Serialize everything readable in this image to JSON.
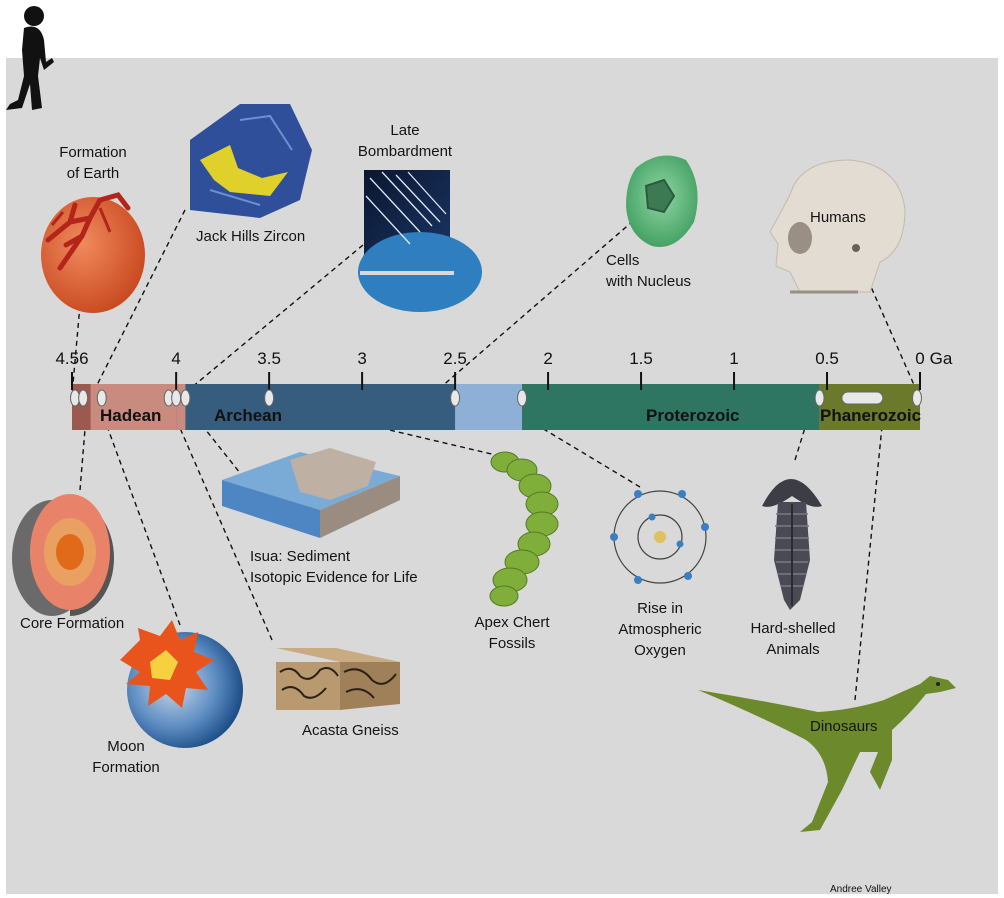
{
  "axis": {
    "unit": "Ga",
    "ticks": [
      {
        "label": "4.56",
        "value": 4.56
      },
      {
        "label": "4",
        "value": 4
      },
      {
        "label": "3.5",
        "value": 3.5
      },
      {
        "label": "3",
        "value": 3
      },
      {
        "label": "2.5",
        "value": 2.5
      },
      {
        "label": "2",
        "value": 2
      },
      {
        "label": "1.5",
        "value": 1.5
      },
      {
        "label": "1",
        "value": 1
      },
      {
        "label": "0.5",
        "value": 0.5
      },
      {
        "label": "0",
        "value": 0
      }
    ]
  },
  "eons": [
    {
      "name": "Hadean",
      "start": 4.56,
      "end": 4.0,
      "color": "#9b5a4f"
    },
    {
      "name": "Archean",
      "start": 4.0,
      "end": 2.5,
      "color": "#365d7e"
    },
    {
      "name": "Proterozoic",
      "start": 2.5,
      "end": 0.54,
      "color": "#2e7562"
    },
    {
      "name": "Phanerozoic",
      "start": 0.54,
      "end": 0.0,
      "color": "#6b7a2a"
    }
  ],
  "colors": {
    "background": "#d9d9d9",
    "earth": "#e0663e",
    "zircon": "#2f4f9a",
    "cell": "#52b574",
    "trilobite": "#3d3d46",
    "dinosaur": "#6c8a2c",
    "fossil": "#7fae3a"
  },
  "events": {
    "formation_of_earth": {
      "line1": "Formation",
      "line2": "of Earth",
      "icon": "earth-icon"
    },
    "jack_hills_zircon": {
      "label": "Jack Hills Zircon",
      "icon": "zircon-crystal-icon"
    },
    "late_bombardment": {
      "line1": "Late",
      "line2": "Bombardment",
      "icon": "meteor-shower-icon"
    },
    "cells_with_nucleus": {
      "line1": "Cells",
      "line2": "with Nucleus",
      "icon": "eukaryotic-cell-icon"
    },
    "humans": {
      "label": "Humans",
      "icon": "human-skull-icon"
    },
    "core_formation": {
      "label": "Core Formation",
      "icon": "earth-core-icon"
    },
    "moon_formation": {
      "line1": "Moon",
      "line2": "Formation",
      "icon": "giant-impact-icon"
    },
    "isua": {
      "line1": "Isua: Sediment",
      "line2": "Isotopic Evidence for Life",
      "icon": "sediment-block-icon"
    },
    "acasta_gneiss": {
      "label": "Acasta Gneiss",
      "icon": "gneiss-block-icon"
    },
    "apex_chert": {
      "line1": "Apex Chert",
      "line2": "Fossils",
      "icon": "microfossil-icon"
    },
    "atmospheric_oxygen": {
      "line1": "Rise in",
      "line2": "Atmospheric",
      "line3": "Oxygen",
      "icon": "oxygen-atom-icon"
    },
    "hard_shelled": {
      "line1": "Hard-shelled",
      "line2": "Animals",
      "icon": "trilobite-icon"
    },
    "dinosaurs": {
      "label": "Dinosaurs",
      "icon": "dinosaur-icon"
    }
  },
  "top_icon": "walking-human-silhouette-icon",
  "credit": "Andree Valley"
}
